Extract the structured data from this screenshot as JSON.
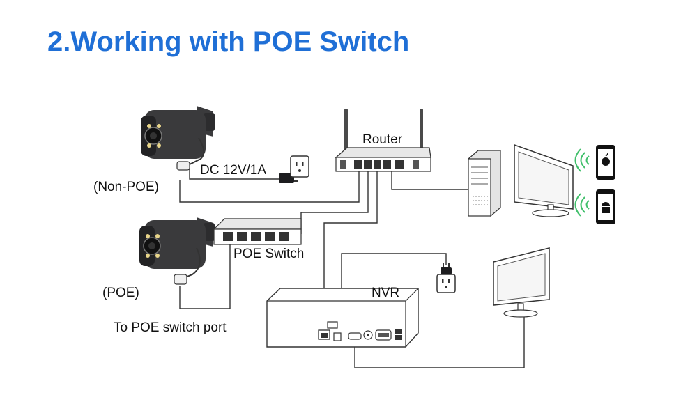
{
  "title": "2.Working with POE Switch",
  "colors": {
    "title": "#1f6fd6",
    "line": "#333333",
    "camera": "#3a3a3c",
    "wifi": "#3fbf6a"
  },
  "labels": {
    "router": "Router",
    "dc_power": "DC 12V/1A",
    "non_poe": "(Non-POE)",
    "poe_switch": "POE Switch",
    "poe": "(POE)",
    "to_poe_port": "To POE switch port",
    "nvr": "NVR"
  },
  "icons": {
    "camera": "bullet-camera-icon",
    "router": "router-icon",
    "switch": "poe-switch-icon",
    "nvr": "nvr-icon",
    "outlet": "power-outlet-icon",
    "pc": "pc-tower-icon",
    "monitor": "monitor-icon",
    "iphone": "iphone-icon",
    "android": "android-phone-icon"
  }
}
